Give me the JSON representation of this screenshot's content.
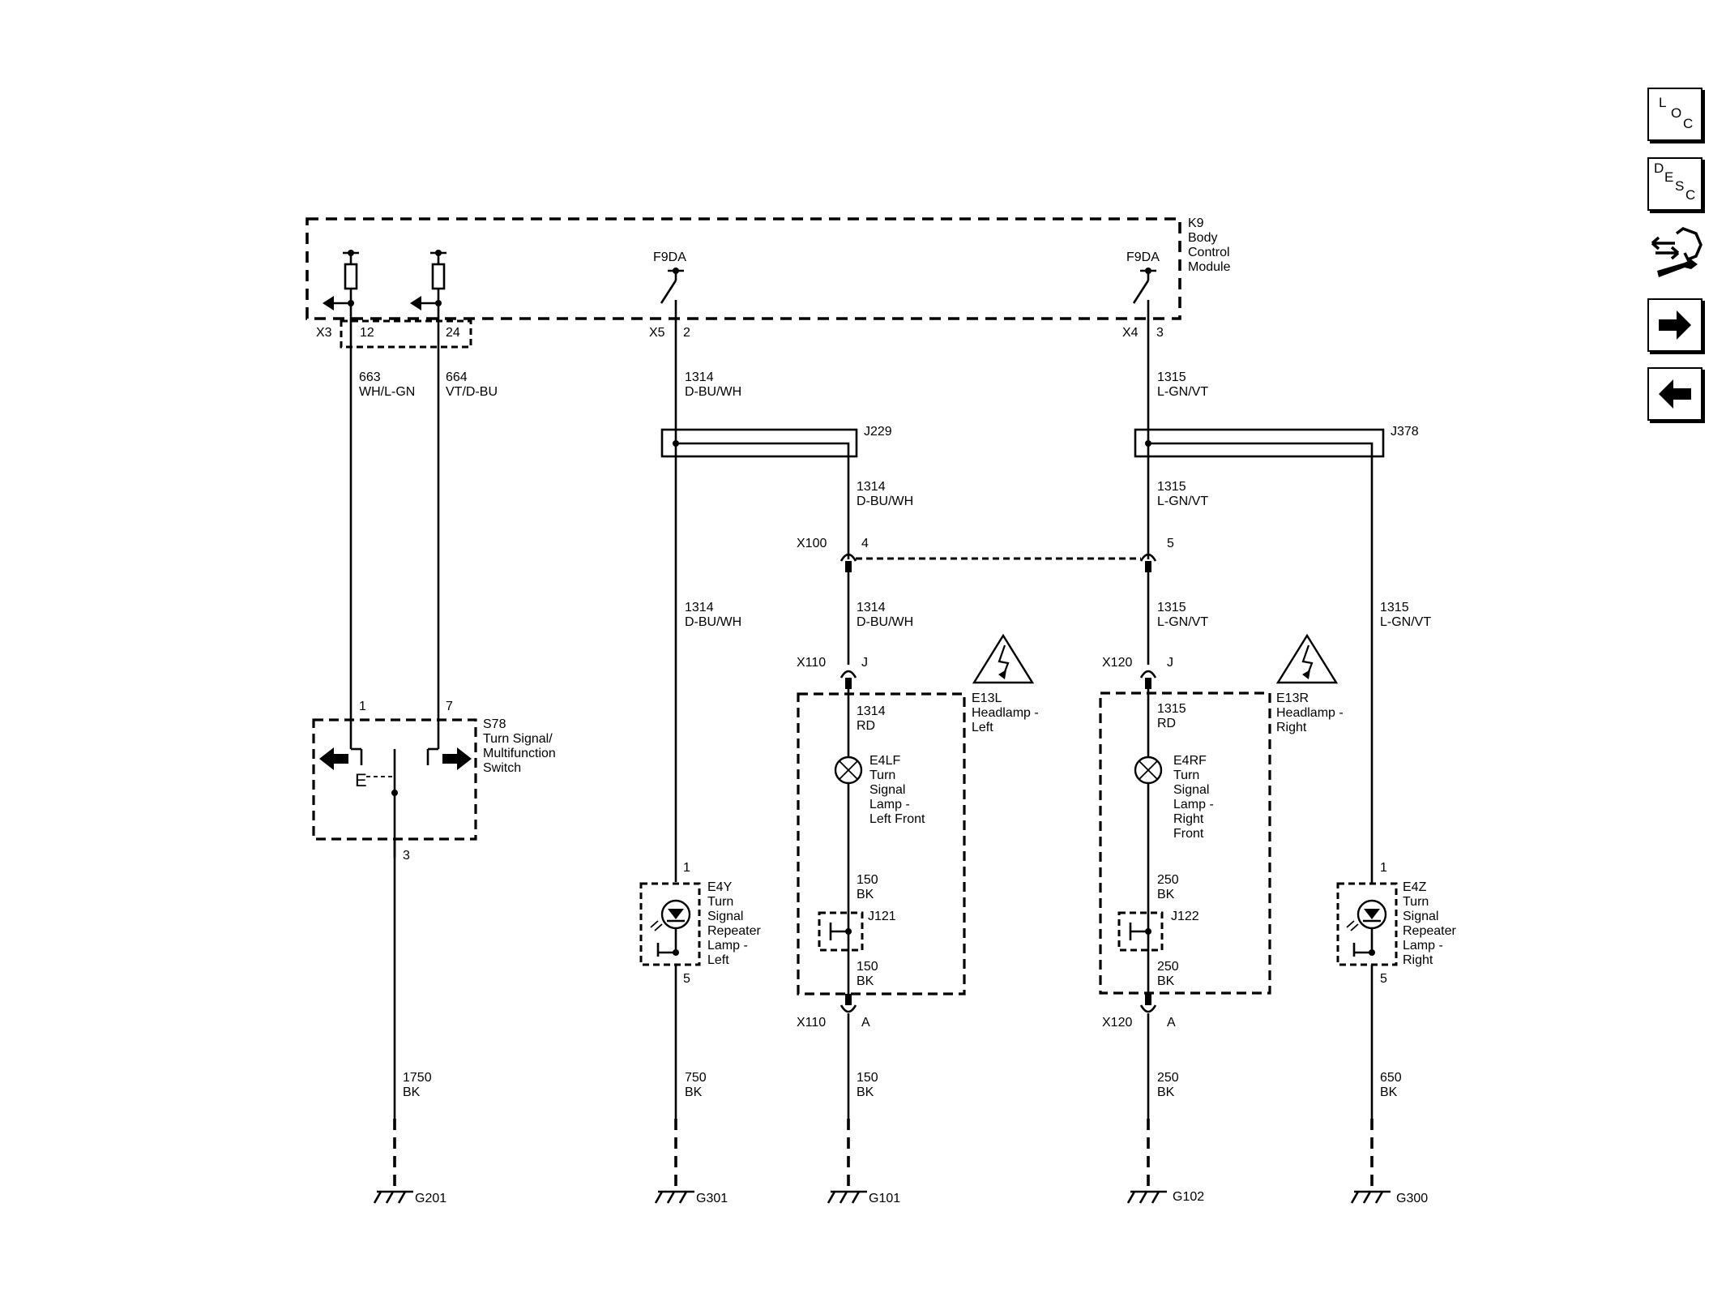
{
  "module": {
    "id": "K9",
    "line1": "Body",
    "line2": "Control",
    "line3": "Module"
  },
  "bcm_pins": {
    "x3": "X3",
    "x3_p12": "12",
    "x3_p24": "24",
    "x5": "X5",
    "x5_p2": "2",
    "x5_fuse": "F9DA",
    "x4": "X4",
    "x4_p3": "3",
    "x4_fuse": "F9DA"
  },
  "wires": {
    "w663_num": "663",
    "w663_color": "WH/L-GN",
    "w664_num": "664",
    "w664_color": "VT/D-BU",
    "w1314_num": "1314",
    "w1314_color": "D-BU/WH",
    "w1315_num": "1315",
    "w1315_color": "L-GN/VT",
    "w1314_rd_color": "RD",
    "bk": "BK",
    "w150": "150",
    "w250": "250",
    "w750": "750",
    "w650": "650",
    "w1750": "1750"
  },
  "splices": {
    "j229": "J229",
    "j378": "J378",
    "j121": "J121",
    "j122": "J122"
  },
  "connectors": {
    "x100": "X100",
    "x100_p4": "4",
    "x100_p5": "5",
    "x110": "X110",
    "x120": "X120",
    "pin_j": "J",
    "pin_a": "A"
  },
  "switch": {
    "id": "S78",
    "line1": "Turn Signal/",
    "line2": "Multifunction",
    "line3": "Switch",
    "pin1": "1",
    "pin7": "7",
    "pin3": "3",
    "symbol": "E"
  },
  "repeater_left": {
    "id": "E4Y",
    "l1": "Turn",
    "l2": "Signal",
    "l3": "Repeater",
    "l4": "Lamp -",
    "l5": "Left",
    "pin1": "1",
    "pin5": "5"
  },
  "repeater_right": {
    "id": "E4Z",
    "l1": "Turn",
    "l2": "Signal",
    "l3": "Repeater",
    "l4": "Lamp -",
    "l5": "Right",
    "pin1": "1",
    "pin5": "5"
  },
  "headlamp_left": {
    "id": "E13L",
    "l1": "Headlamp -",
    "l2": "Left"
  },
  "headlamp_right": {
    "id": "E13R",
    "l1": "Headlamp -",
    "l2": "Right"
  },
  "lamp_lf": {
    "id": "E4LF",
    "l1": "Turn",
    "l2": "Signal",
    "l3": "Lamp -",
    "l4": "Left Front"
  },
  "lamp_rf": {
    "id": "E4RF",
    "l1": "Turn",
    "l2": "Signal",
    "l3": "Lamp -",
    "l4": "Right",
    "l5": "Front"
  },
  "grounds": {
    "g201": "G201",
    "g301": "G301",
    "g101": "G101",
    "g102": "G102",
    "g300": "G300"
  },
  "nav": {
    "loc_l": "L",
    "loc_o": "O",
    "loc_c": "C",
    "desc_d": "D",
    "desc_e": "E",
    "desc_s": "S",
    "desc_c": "C",
    "service_icon": "connector-repair-icon",
    "next_icon": "arrow-right-icon",
    "prev_icon": "arrow-left-icon"
  }
}
